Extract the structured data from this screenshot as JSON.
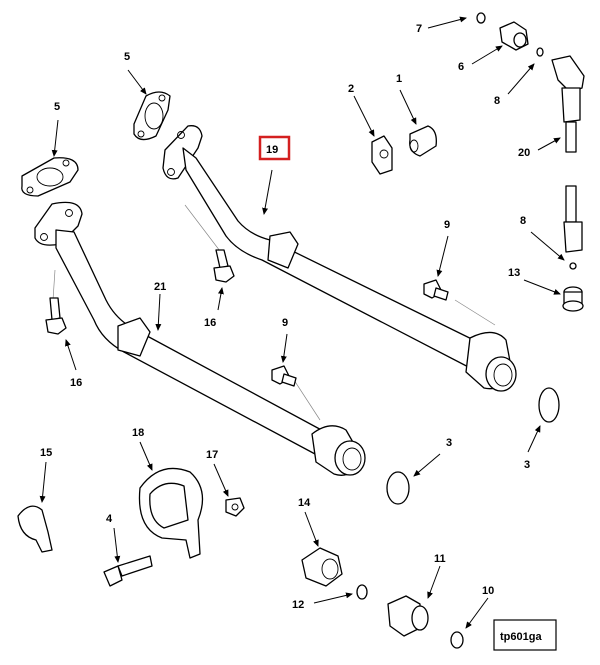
{
  "diagram": {
    "figure_id": "tp601ga",
    "highlighted_callout": "19",
    "callouts": {
      "c1": "1",
      "c2": "2",
      "c3a": "3",
      "c3b": "3",
      "c4": "4",
      "c5a": "5",
      "c5b": "5",
      "c6": "6",
      "c7": "7",
      "c8a": "8",
      "c8b": "8",
      "c9a": "9",
      "c9b": "9",
      "c10": "10",
      "c11": "11",
      "c12": "12",
      "c13": "13",
      "c14": "14",
      "c15": "15",
      "c16a": "16",
      "c16b": "16",
      "c17": "17",
      "c18": "18",
      "c19": "19",
      "c20": "20",
      "c21": "21"
    }
  },
  "colors": {
    "highlight": "#d42020",
    "line": "#000000"
  }
}
